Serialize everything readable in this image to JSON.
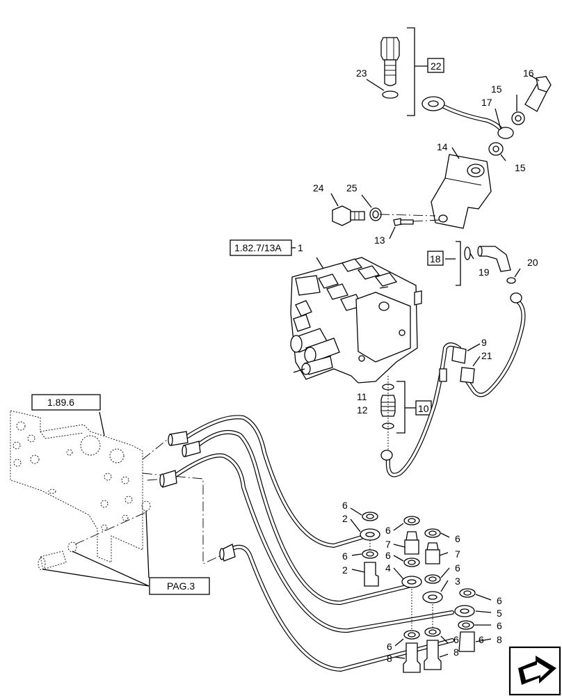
{
  "labels": {
    "p1": "1",
    "p2a": "2",
    "p2b": "2",
    "p3": "3",
    "p4": "4",
    "p5": "5",
    "p6a": "6",
    "p6b": "6",
    "p6c": "6",
    "p6d": "6",
    "p6e": "6",
    "p6f": "6",
    "p6g": "6",
    "p6h": "6",
    "p6i": "6",
    "p6j": "6",
    "p6k": "6",
    "p7a": "7",
    "p7b": "7",
    "p8a": "8",
    "p8b": "8",
    "p8c": "8",
    "p9": "9",
    "p10": "10",
    "p11": "11",
    "p12": "12",
    "p13": "13",
    "p14": "14",
    "p15a": "15",
    "p15b": "15",
    "p16": "16",
    "p17": "17",
    "p18": "18",
    "p19": "19",
    "p20": "20",
    "p21": "21",
    "p22": "22",
    "p23": "23",
    "p24": "24",
    "p25": "25"
  },
  "references": {
    "ref_valve": "1.82.7/13A",
    "ref_plate": "1.89.6",
    "ref_page": "PAG.3"
  },
  "icons": {
    "nav": "next-page-arrow-icon"
  }
}
